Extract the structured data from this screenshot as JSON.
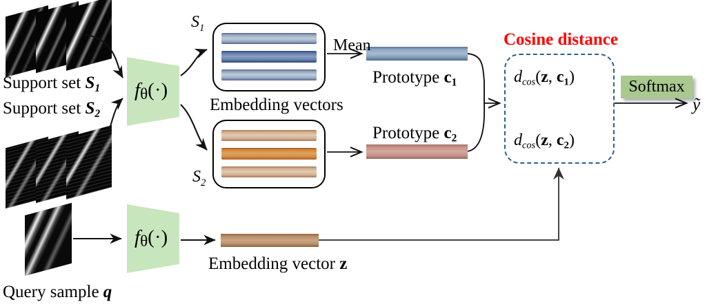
{
  "figure": {
    "type": "prototypical-network-diagram",
    "title_text": "Cosine distance"
  },
  "labels": {
    "support_set_1": "Support set ",
    "support_set_1_sym": "S",
    "support_set_1_sub": "1",
    "support_set_2": "Support set ",
    "support_set_2_sym": "S",
    "support_set_2_sub": "2",
    "set1_tag": "S",
    "set1_tag_sub": "1",
    "set2_tag": "S",
    "set2_tag_sub": "2",
    "embedding_vectors": "Embedding vectors",
    "mean": "Mean",
    "prototype_1": "Prototype ",
    "prototype_1_sym": "c",
    "prototype_1_sub": "1",
    "prototype_2": "Prototype ",
    "prototype_2_sym": "c",
    "prototype_2_sub": "2",
    "cosine_distance": "Cosine distance",
    "dcos_1_fn": "d",
    "dcos_1_sub": "cos",
    "dcos_1_args_open": "(",
    "dcos_1_z": "z",
    "dcos_1_comma": ", ",
    "dcos_1_c": "c",
    "dcos_1_c_sub": "1",
    "dcos_1_args_close": ")",
    "dcos_2_fn": "d",
    "dcos_2_sub": "cos",
    "dcos_2_args_open": "(",
    "dcos_2_z": "z",
    "dcos_2_comma": ", ",
    "dcos_2_c": "c",
    "dcos_2_c_sub": "2",
    "dcos_2_args_close": ")",
    "softmax": "Softmax",
    "output": "ỹ",
    "query_sample": "Query sample ",
    "query_sample_sym": "q",
    "embedding_vector_z": "Embedding vector ",
    "embedding_vector_z_sym": "z",
    "encoder_top_f": "f",
    "encoder_top_theta": "θ",
    "encoder_top_arg": "(·)",
    "encoder_bottom_f": "f",
    "encoder_bottom_theta": "θ",
    "encoder_bottom_arg": "(·)"
  },
  "colors": {
    "encoder_fill": "#c8e6bd",
    "softmax_fill": "#a9c98e",
    "cosine_title": "#ff0000",
    "cosine_box_border": "#2c5f8a",
    "vector_blue_light": "#aab9cf",
    "vector_blue_dark": "#5b74a0",
    "vector_tan_light": "#d8b896",
    "vector_orange": "#d98c45",
    "prototype_c1": "#7f9ab5",
    "prototype_c2": "#c08e85",
    "embedding_z": "#c09874",
    "arrow": "#1a1a1a",
    "spectrogram_bg": "#050505",
    "spectrogram_streak": "#f2f2f2"
  },
  "support_set_1_vectors": [
    {
      "name": "vec-1",
      "tone": "light-blue"
    },
    {
      "name": "vec-2",
      "tone": "dark-blue"
    },
    {
      "name": "vec-3",
      "tone": "light-blue"
    }
  ],
  "support_set_2_vectors": [
    {
      "name": "vec-1",
      "tone": "light-tan"
    },
    {
      "name": "vec-2",
      "tone": "orange"
    },
    {
      "name": "vec-3",
      "tone": "light-tan"
    }
  ],
  "support_set_1_images": 3,
  "support_set_2_images": 3,
  "query_images": 1
}
